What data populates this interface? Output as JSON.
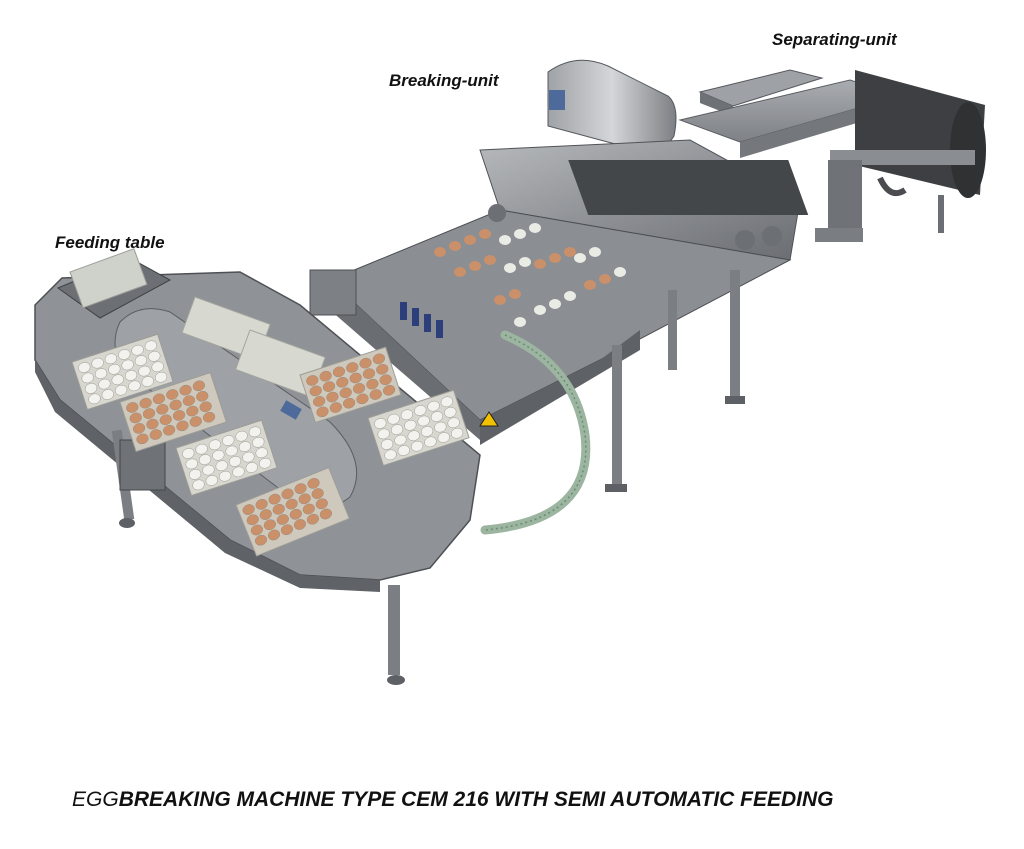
{
  "labels": {
    "separating_unit": "Separating-unit",
    "breaking_unit": "Breaking-unit",
    "feeding_table": "Feeding table"
  },
  "caption": {
    "prefix": "EGG",
    "main": "BREAKING MACHINE TYPE CEM 216 WITH SEMI AUTOMATIC FEEDING"
  },
  "colors": {
    "background": "#ffffff",
    "steel": "#8f9296",
    "steel_dark": "#55585c",
    "hose": "#9bb5a0",
    "egg_white": "#f2f2ee",
    "egg_brown": "#c9906a",
    "tray": "#d7d7cf"
  }
}
